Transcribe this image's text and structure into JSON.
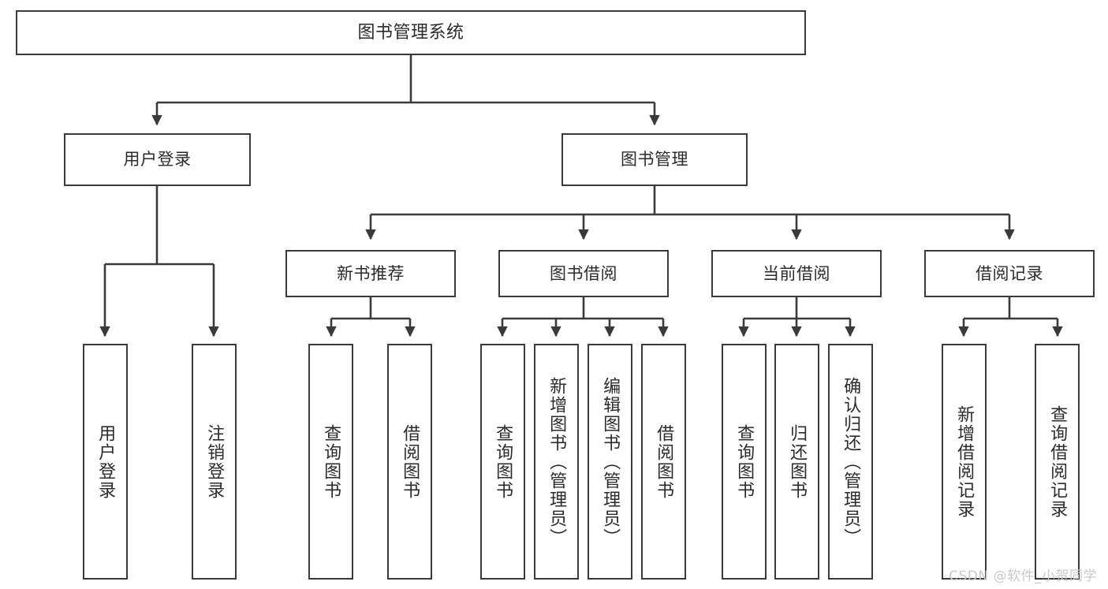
{
  "diagram": {
    "title": "图书管理系统",
    "type": "tree",
    "line_color": "#3a3a3a",
    "box_fill": "#ffffff",
    "text_color": "#2b2b2b",
    "watermark": "CSDN @软件_小贺同学",
    "watermark_color": "#c9c9c9",
    "nodes": {
      "root": {
        "label": "图书管理系统"
      },
      "l2": [
        {
          "id": "user_login",
          "label": "用户登录"
        },
        {
          "id": "book_manage",
          "label": "图书管理"
        }
      ],
      "l3": [
        {
          "id": "new_book_rec",
          "label": "新书推荐"
        },
        {
          "id": "book_borrow",
          "label": "图书借阅"
        },
        {
          "id": "current_borrow",
          "label": "当前借阅"
        },
        {
          "id": "borrow_record",
          "label": "借阅记录"
        }
      ],
      "leaves": {
        "user_login": [
          {
            "id": "leaf_user_login",
            "label": "用户登录"
          },
          {
            "id": "leaf_logout",
            "label": "注销登录"
          }
        ],
        "new_book_rec": [
          {
            "id": "leaf_query_book_1",
            "label": "查询图书"
          },
          {
            "id": "leaf_borrow_book_1",
            "label": "借阅图书"
          }
        ],
        "book_borrow": [
          {
            "id": "leaf_query_book_2",
            "label": "查询图书"
          },
          {
            "id": "leaf_add_book",
            "label": "新增图书（管理员）"
          },
          {
            "id": "leaf_edit_book",
            "label": "编辑图书（管理员）"
          },
          {
            "id": "leaf_borrow_book_2",
            "label": "借阅图书"
          }
        ],
        "current_borrow": [
          {
            "id": "leaf_query_book_3",
            "label": "查询图书"
          },
          {
            "id": "leaf_return_book",
            "label": "归还图书"
          },
          {
            "id": "leaf_confirm_return",
            "label": "确认归还（管理员）"
          }
        ],
        "borrow_record": [
          {
            "id": "leaf_add_record",
            "label": "新增借阅记录"
          },
          {
            "id": "leaf_query_record",
            "label": "查询借阅记录"
          }
        ]
      }
    }
  }
}
